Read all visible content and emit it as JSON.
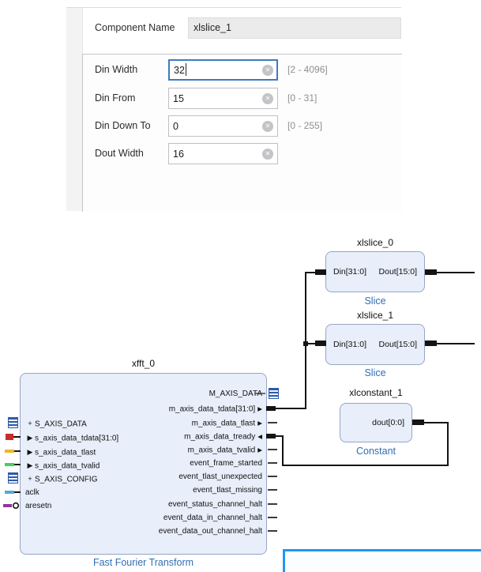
{
  "colors": {
    "accent_blue": "#2196f3",
    "focus_border": "#3d7bc0",
    "block_fill": "#e8eefa",
    "block_border": "#98a6c2",
    "type_label_blue": "#2f6eb5",
    "wire": "#141414",
    "stub_tdata_red": "#c92c2c",
    "stub_tlast_yellow": "#f0b429",
    "stub_tvalid_green": "#3fd35a",
    "stub_aclk_blue": "#57a7dd",
    "stub_aresetn_purple": "#93359b",
    "bus_icon_blue": "#2d5ba8"
  },
  "dialog": {
    "component_name_label": "Component Name",
    "component_name_value": "xlslice_1",
    "clear_icon": "✕",
    "rows": [
      {
        "label": "Din Width",
        "value": "32",
        "range": "[2 - 4096]"
      },
      {
        "label": "Din From",
        "value": "15",
        "range": "[0 - 31]"
      },
      {
        "label": "Din Down To",
        "value": "0",
        "range": "[0 - 255]"
      },
      {
        "label": "Dout Width",
        "value": "16",
        "range": ""
      }
    ]
  },
  "diagram": {
    "xlslice_0": {
      "title": "xlslice_0",
      "type": "Slice",
      "in": "Din[31:0]",
      "out": "Dout[15:0]"
    },
    "xlslice_1": {
      "title": "xlslice_1",
      "type": "Slice",
      "in": "Din[31:0]",
      "out": "Dout[15:0]"
    },
    "xlconstant_1": {
      "title": "xlconstant_1",
      "type": "Constant",
      "out": "dout[0:0]"
    },
    "xfft_0": {
      "title": "xfft_0",
      "type": "Fast Fourier Transform",
      "left_ports": [
        {
          "glyph": "+",
          "name": "S_AXIS_DATA"
        },
        {
          "glyph": "▶",
          "name": "s_axis_data_tdata[31:0]"
        },
        {
          "glyph": "▶",
          "name": "s_axis_data_tlast"
        },
        {
          "glyph": "▶",
          "name": "s_axis_data_tvalid"
        },
        {
          "glyph": "+",
          "name": "S_AXIS_CONFIG"
        },
        {
          "glyph": "",
          "name": "aclk"
        },
        {
          "glyph": "",
          "name": "aresetn"
        }
      ],
      "right_ports": [
        {
          "name": "M_AXIS_DATA",
          "glyph": ""
        },
        {
          "name": "m_axis_data_tdata[31:0]",
          "glyph": "▶"
        },
        {
          "name": "m_axis_data_tlast",
          "glyph": "▶"
        },
        {
          "name": "m_axis_data_tready",
          "glyph": "◀"
        },
        {
          "name": "m_axis_data_tvalid",
          "glyph": "▶"
        },
        {
          "name": "event_frame_started",
          "glyph": ""
        },
        {
          "name": "event_tlast_unexpected",
          "glyph": ""
        },
        {
          "name": "event_tlast_missing",
          "glyph": ""
        },
        {
          "name": "event_status_channel_halt",
          "glyph": ""
        },
        {
          "name": "event_data_in_channel_halt",
          "glyph": ""
        },
        {
          "name": "event_data_out_channel_halt",
          "glyph": ""
        }
      ]
    }
  }
}
